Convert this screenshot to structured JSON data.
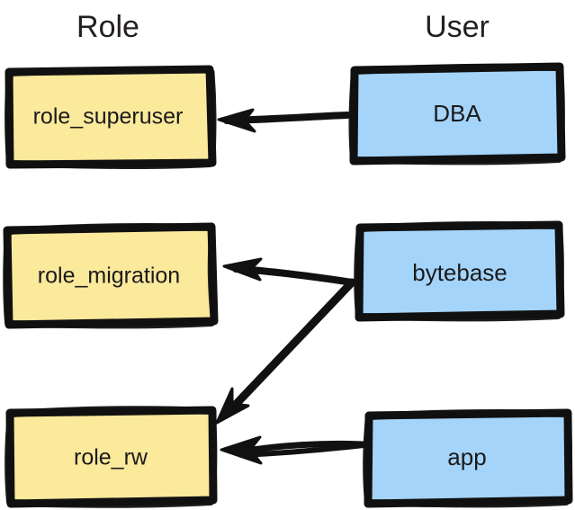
{
  "diagram": {
    "type": "hand-drawn-mapping-diagram",
    "background_color": "#ffffff",
    "columns": [
      {
        "id": "role",
        "title": "Role"
      },
      {
        "id": "user",
        "title": "User"
      }
    ],
    "colors": {
      "role_fill": "#fbe99c",
      "user_fill": "#a5d4fa",
      "stroke": "#111111",
      "text": "#1a1a1a",
      "title_text": "#231f20"
    },
    "role_nodes": [
      {
        "id": "role-superuser",
        "label": "role_superuser"
      },
      {
        "id": "role-migration",
        "label": "role_migration"
      },
      {
        "id": "role-rw",
        "label": "role_rw"
      }
    ],
    "user_nodes": [
      {
        "id": "dba",
        "label": "DBA"
      },
      {
        "id": "bytebase",
        "label": "bytebase"
      },
      {
        "id": "app",
        "label": "app"
      }
    ],
    "edges": [
      {
        "id": "dba-to-role-superuser",
        "from": "DBA",
        "to": "role_superuser",
        "direction": "left"
      },
      {
        "id": "bytebase-to-role-migration",
        "from": "bytebase",
        "to": "role_migration",
        "direction": "left"
      },
      {
        "id": "bytebase-to-role-rw",
        "from": "bytebase",
        "to": "role_rw",
        "direction": "down-left"
      },
      {
        "id": "app-to-role-rw",
        "from": "app",
        "to": "role_rw",
        "direction": "left"
      }
    ]
  }
}
